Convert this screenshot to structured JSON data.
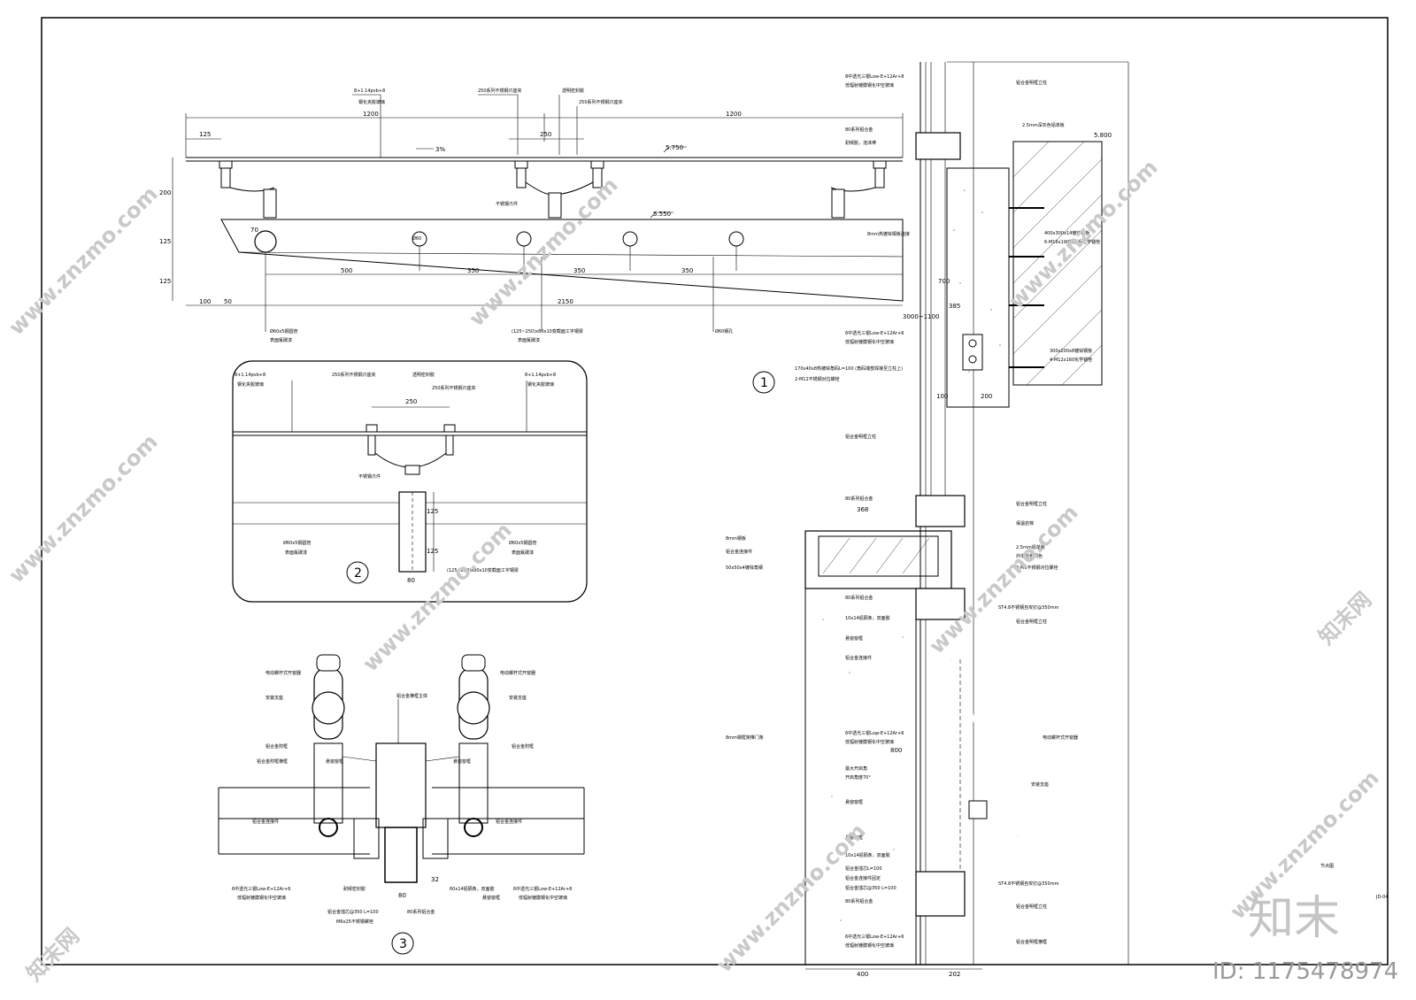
{
  "canopy_section": {
    "dims": {
      "d125": "125",
      "d1200a": "1200",
      "d1200b": "1200",
      "d250": "250",
      "d200": "200",
      "d125a": "125",
      "d125b": "125",
      "d70": "70",
      "d500": "500",
      "d350a": "350",
      "d350b": "350",
      "d350c": "350",
      "d100": "100",
      "d50": "50",
      "d2150": "2150",
      "slope": "3%",
      "el1": "5.750",
      "el2": "5.550"
    },
    "labels": {
      "glass": "8+1.14pvb+8",
      "glass_sub": "钢化夹胶玻璃",
      "clamp1": "250系列不锈钢爪座夹",
      "seal": "透明密封胶",
      "clamp2": "250系列不锈钢爪座夹",
      "arm": "不锈钢爪件",
      "tube_label": "Ø60",
      "pipe": "Ø60x5钢圆管",
      "pipe_sub": "表面氟碳漆",
      "beam": "(125~250)x80x10变截面工字钢梁",
      "beam_sub": "表面氟碳漆",
      "rod": "Ø60钢孔"
    }
  },
  "detail_2": {
    "number": "2",
    "labels": {
      "glass_left": "8+1.14pvb+8",
      "glass_left_sub": "钢化夹胶玻璃",
      "glass_right": "8+1.14pvb+8",
      "glass_right_sub": "钢化夹胶玻璃",
      "clamp1": "250系列不锈钢爪座夹",
      "seal": "透明密封胶",
      "clamp2": "250系列不锈钢爪座夹",
      "arm": "不锈钢爪件",
      "pipe_left": "Ø60x5钢圆管",
      "pipe_left_sub": "表面氟碳漆",
      "pipe_right": "Ø60x5钢圆管",
      "pipe_right_sub": "表面氟碳漆",
      "beam": "(125~250)x80x10变截面工字钢梁"
    },
    "dims": {
      "d250": "250",
      "d125a": "125",
      "d125b": "125",
      "d80": "80"
    }
  },
  "detail_3": {
    "number": "3",
    "labels": {
      "opener_l": "电动螺杆式开窗器",
      "bracket_l": "安装支座",
      "profile_l": "铝合金附框",
      "frame_l": "铝合金附框横框",
      "lining_l": "悬窗窗框",
      "piece_l": "铝合金连接件",
      "center": "铝合金横框主体",
      "opener_r": "电动螺杆式开窗器",
      "bracket_r": "安装支座",
      "profile_r": "铝合金附框",
      "lining_r": "悬窗窗框",
      "piece_r": "铝合金连接件",
      "glass_l": "6中透光三银Low-E+12Ar+6",
      "glass_l_sub": "低辐射镀膜钢化中空玻璃",
      "glass_r": "6中透光三银Low-E+12Ar+6",
      "glass_r_sub": "低辐射镀膜钢化中空玻璃",
      "seal": "耐候密封胶",
      "screw": "铝合金插芯@350 L=100",
      "bolt": "M6x25不锈钢螺栓",
      "series80": "80系列铝合金",
      "pad": "60x14铝隔条，双面胶",
      "gasket": "悬窗窗框"
    },
    "dims": {
      "d80": "80",
      "d32": "32"
    }
  },
  "wall_section": {
    "number": "1",
    "labels": {
      "top_glass": "8中透光三银Low-E+12Ar+8",
      "top_glass_sub": "低辐射镀膜钢化中空玻璃",
      "top_frame": "铝合金明框立柱",
      "s80a": "80系列铝合金",
      "seal_top": "耐候胶，泡沫棒",
      "plate25": "2.5mm深灰色铝单板",
      "el_top": "5.800",
      "plate8": "8mm热镀锌钢板连接",
      "embed1": "400x300x14镀锌钢板",
      "embed1_sub": "6-M16x190钢板后化学锚栓",
      "glass6": "6中透光三银Low-E+12Ar+6",
      "glass6_sub": "低辐射镀膜钢化中空玻璃",
      "angle": "170x40x8热镀锌角码L=100 (角码端部焊接至立柱上)",
      "bolt2": "2-M12不锈钢对拉螺栓",
      "embed2": "300x200x8镀锌钢板",
      "embed2_sub": "4-M12x160化学锚栓",
      "d100": "100",
      "d200": "200",
      "d385": "385",
      "d700": "700",
      "d1100": "3000~1100",
      "mid_frame": "铝合金明框立柱",
      "s80b": "80系列铝合金",
      "d368": "368",
      "insul": "保温岩棉",
      "plate25b": "2.5mm铝单板",
      "plate25b_sub": "外墙颜色同色",
      "screw2m6": "2-M6不锈钢对拉螺栓",
      "steel8": "8mm钢板",
      "alum": "铝合金连接件",
      "angle50": "50x50x4镀锌角钢",
      "s80c": "80系列铝合金",
      "st48a": "ST4.8不锈钢自攻钉@350mm",
      "pad10": "10x14铝隔条，双面胶",
      "sash": "悬窗窗框",
      "hinge": "铝合金连接件",
      "door": "8mm钢框架推门条",
      "glass6b": "6中透光三银Low-E+12Ar+6",
      "glass6b_sub": "低辐射镀膜钢化中空玻璃",
      "opener": "电动螺杆式开窗器",
      "open_angle": "最大开启角",
      "open_angle_sub": "开启角度70°",
      "bracket": "安装支座",
      "d800": "800",
      "sash2": "悬窗窗框",
      "pad10b": "10x14铝隔条，双面胶",
      "insert": "铝合金插芯L=100",
      "connect": "铝合金连接件固定",
      "screw350": "铝合金插芯@350 L=100",
      "st48b": "ST4.8不锈钢自攻钉@350mm",
      "s80d": "80系列铝合金",
      "bottom_glass": "6中透光三银Low-E+12Ar+6",
      "bottom_glass_sub": "低辐射镀膜钢化中空玻璃",
      "bottom_frame": "铝合金明框横框",
      "d400": "400",
      "d202": "202"
    }
  },
  "title_block": {
    "sheet_name": "节点图",
    "sheet_no": "JD-04"
  },
  "watermark": {
    "site": "www.znzmo.com",
    "brand": "知末网",
    "logo": "知末",
    "id": "ID: 1175478974"
  }
}
